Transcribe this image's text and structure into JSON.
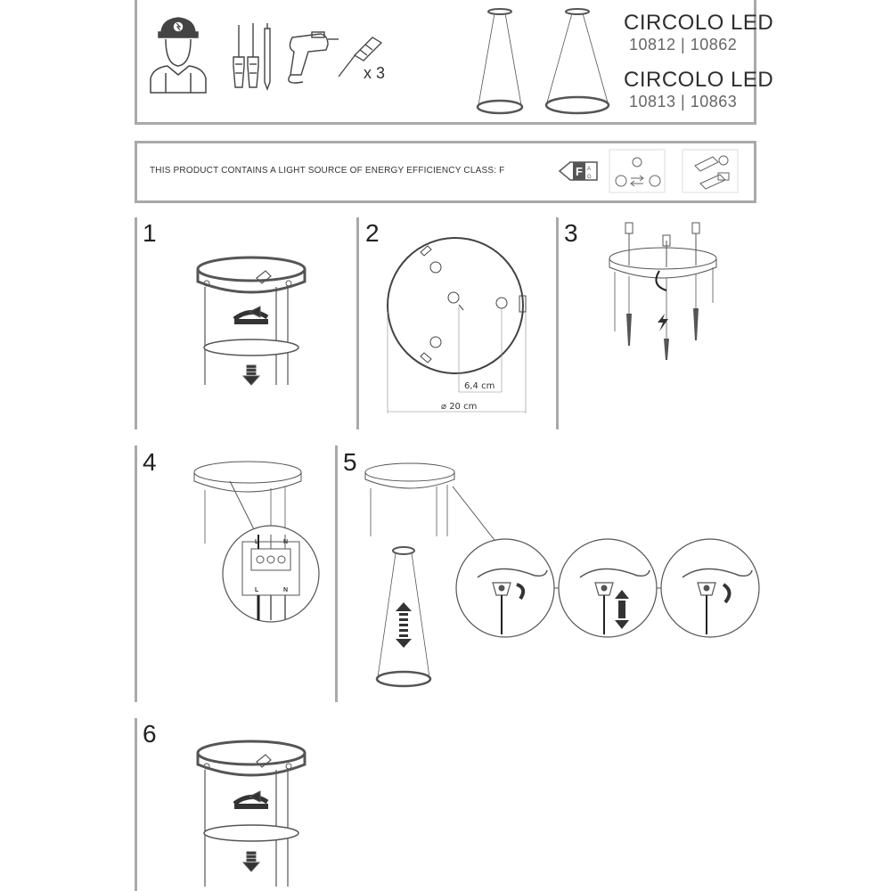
{
  "header": {
    "tools_quantity": "x 3",
    "product_1": {
      "name": "CIRCOLO LED",
      "codes": "10812 | 10862"
    },
    "product_2": {
      "name": "CIRCOLO LED",
      "codes": "10813 | 10863"
    }
  },
  "energy": {
    "text": "THIS PRODUCT CONTAINS A LIGHT SOURCE OF ENERGY EFFICIENCY CLASS: F",
    "class": "F",
    "scale_top": "A",
    "scale_bottom": "G"
  },
  "steps": {
    "s1": "1",
    "s2": "2",
    "s3": "3",
    "s4": "4",
    "s5": "5",
    "s6": "6"
  },
  "step2": {
    "dim_small": "6,4 cm",
    "dim_large": "⌀ 20 cm"
  },
  "step4": {
    "terminal_top_L": "L",
    "terminal_top_N": "N",
    "terminal_bottom_L": "L",
    "terminal_bottom_N": "N"
  }
}
